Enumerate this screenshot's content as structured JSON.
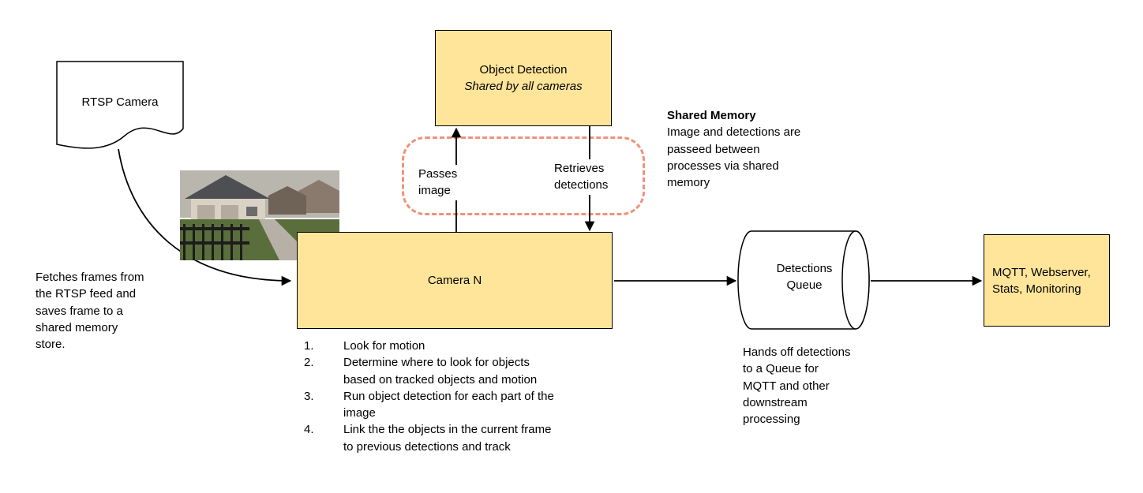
{
  "diagram": {
    "rtsp_camera_label": "RTSP Camera",
    "object_detection": {
      "title": "Object Detection",
      "subtitle": "Shared by all cameras"
    },
    "camera_n_label": "Camera N",
    "detections_queue_label": "Detections Queue",
    "mqtt_box_label": "MQTT, Webserver, Stats, Monitoring",
    "passes_image_label": "Passes image",
    "retrieves_detections_label": "Retrieves detections",
    "shared_memory": {
      "title": "Shared Memory",
      "body": "Image and detections are passeed between processes via shared memory"
    },
    "fetches_note": "Fetches frames from the RTSP feed and saves frame to a shared memory store.",
    "hands_off_note": "Hands off detections to a Queue for MQTT and other downstream processing",
    "steps": [
      {
        "num": "1.",
        "text": "Look for motion"
      },
      {
        "num": "2.",
        "text": "Determine where to look for objects based on tracked objects and motion"
      },
      {
        "num": "3.",
        "text": "Run object detection for each part of the image"
      },
      {
        "num": "4.",
        "text": "Link the the objects in the current frame to previous detections and track"
      }
    ],
    "colors": {
      "node_fill": "#ffe599",
      "node_border": "#000000",
      "shared_memory_dash": "#f0917c",
      "arrow": "#000000"
    }
  }
}
